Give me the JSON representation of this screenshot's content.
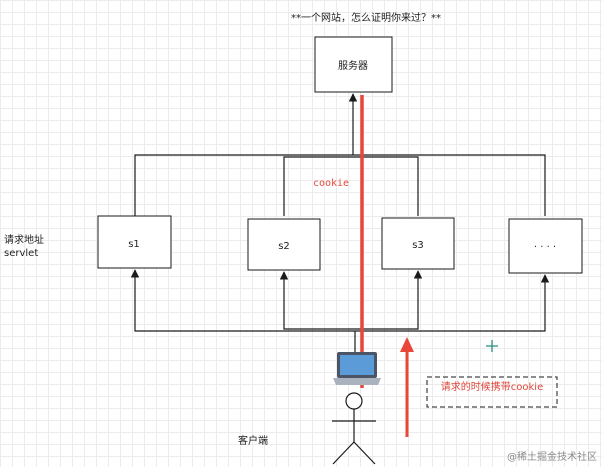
{
  "title": "**一个网站，怎么证明你来过？**",
  "server_label": "服务器",
  "servlets": [
    "s1",
    "s2",
    "s3",
    "· · · ·"
  ],
  "side_label_line1": "请求地址",
  "side_label_line2": "servlet",
  "cookie_label": "cookie",
  "note_label": "请求的时候携带cookie",
  "client_label": "客户端",
  "watermark": "@稀土掘金技术社区",
  "colors": {
    "line": "#1a1a1a",
    "red": "#e8473a",
    "note_text": "#e0453a",
    "cursor": "#1a8a7a"
  },
  "icons": [
    "laptop-icon",
    "stick-figure-icon",
    "crosshair-cursor-icon"
  ]
}
